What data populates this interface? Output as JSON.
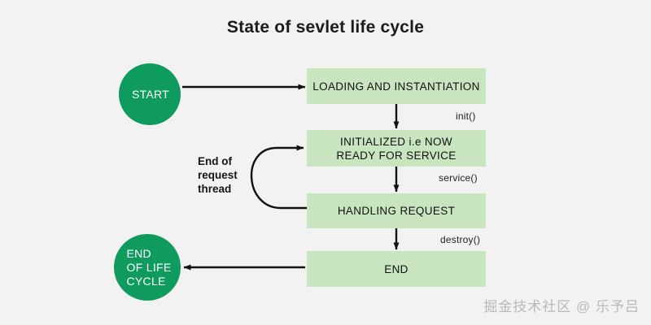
{
  "diagram": {
    "title": "State of sevlet life cycle",
    "background_color": "#f2f2f2",
    "terminator_color": "#0f9b5e",
    "process_color": "#c9e5c0",
    "connector_color": "#111111",
    "nodes": {
      "start": {
        "label": "START",
        "shape": "circle"
      },
      "loading": {
        "label": "LOADING AND INSTANTIATION",
        "shape": "rectangle"
      },
      "initialized_line1": "INITIALIZED i.e NOW",
      "initialized_line2": "READY FOR SERVICE",
      "handling": {
        "label": "HANDLING REQUEST",
        "shape": "rectangle"
      },
      "end_box": {
        "label": "END",
        "shape": "rectangle"
      },
      "end_of_life_line1": "END",
      "end_of_life_line2": "OF LIFE",
      "end_of_life_line3": "CYCLE"
    },
    "edge_labels": {
      "init": "init()",
      "service": "service()",
      "destroy": "destroy()",
      "loop_line1": "End of",
      "loop_line2": "request",
      "loop_line3": "thread"
    }
  },
  "watermark": {
    "text": "掘金技术社区 @ 乐予吕"
  }
}
